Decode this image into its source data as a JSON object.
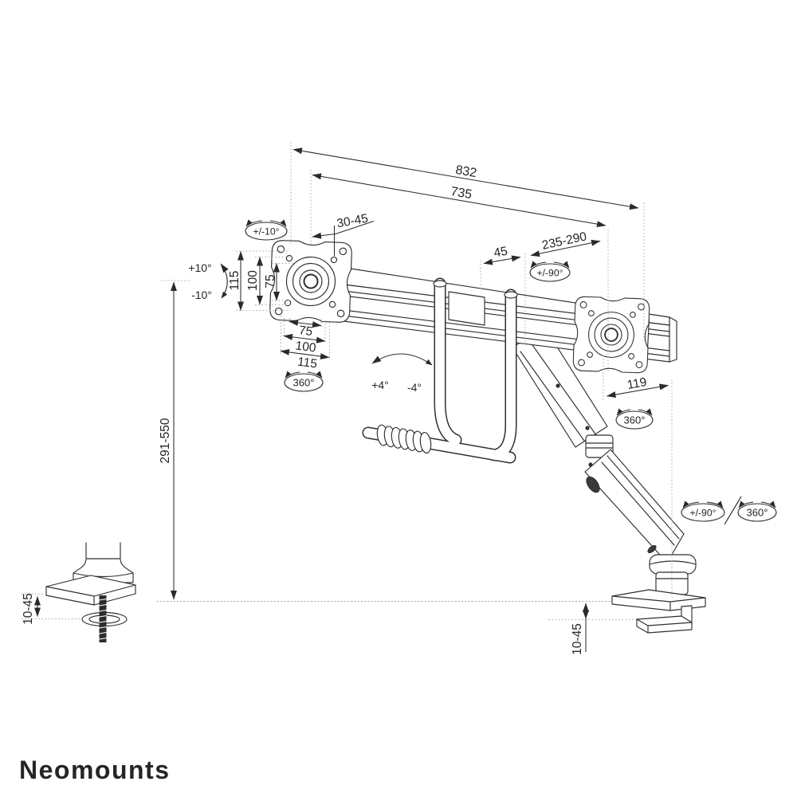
{
  "drawing": {
    "product": "Dual-monitor desk mount with crossbar and gas-spring arm (dimensional line drawing)",
    "units": "mm",
    "linear": {
      "d832": "832",
      "d735": "735",
      "d30_45": "30-45",
      "d45": "45",
      "d235_290": "235-290",
      "d119": "119",
      "d291_550": "291-550",
      "d10_45_grommet": "10-45",
      "d10_45_clamp": "10-45"
    },
    "vesa": {
      "v115": "115",
      "v100": "100",
      "v75": "75",
      "h75": "75",
      "h100": "100",
      "h115": "115"
    },
    "angles": {
      "tilt_range": "+/-10°",
      "tilt_up": "+10°",
      "tilt_down": "-10°",
      "plate_rotation": "360°",
      "crossbar_swivel": "+/-90°",
      "arm_tilt_up": "+4°",
      "arm_tilt_down": "-4°",
      "arm_rotation": "360°",
      "base_swivel": "+/-90°",
      "base_rotation": "360°"
    }
  },
  "branding": {
    "logo": "Neomounts",
    "logo_color": "#98989a",
    "line_color": "#2e2e2e",
    "dotted_color": "#ababab"
  }
}
